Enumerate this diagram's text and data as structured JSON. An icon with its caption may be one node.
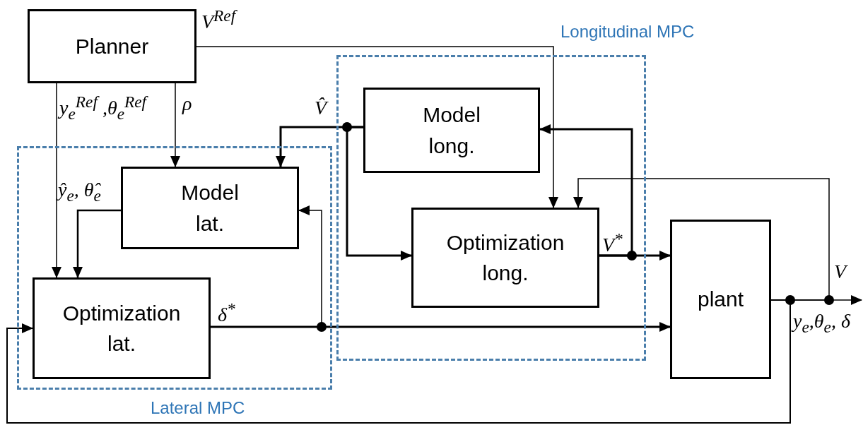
{
  "diagram": {
    "nodes": [
      {
        "text": [
          "Lateral MPC"
        ]
      },
      {
        "text": [
          "Longitudinal MPC"
        ]
      },
      {
        "text": [
          "Planner"
        ]
      },
      {
        "text": [
          "Model lat."
        ],
        "in": 0
      },
      {
        "text": [
          "Optimization lat."
        ],
        "in": 0
      },
      {
        "text": [
          "Model long."
        ],
        "in": 1
      },
      {
        "text": [
          "Optimization long."
        ],
        "in": 1
      },
      {
        "text": [
          "plant"
        ]
      }
    ],
    "edges": [
      {
        "from": 2,
        "to": 4,
        "arrow": "to",
        "label": "y$_{e}$$^{Ref}$ ,θ$_{e}$$^{Ref}$"
      },
      {
        "from": 2,
        "to": 3,
        "arrow": "to",
        "label": "ρ"
      },
      {
        "from": 2,
        "to": 6,
        "arrow": "to",
        "label": "V$^{Ref}$"
      },
      {
        "from": 5,
        "to": 3,
        "arrow": "to",
        "label": "V̂"
      },
      {
        "from": 5,
        "to": 6,
        "arrow": "to"
      },
      {
        "from": 3,
        "to": 4,
        "arrow": "to",
        "label": "ŷ$_{e}$, θ̂$_{e}$"
      },
      {
        "from": 4,
        "to": 7,
        "arrow": "to",
        "label": "δ$^{*}$"
      },
      {
        "from": 4,
        "to": 3,
        "arrow": "to"
      },
      {
        "from": 6,
        "to": 7,
        "arrow": "to",
        "label": "V$^{*}$"
      },
      {
        "from": 6,
        "to": 5,
        "arrow": "to"
      },
      {
        "from": 7,
        "to": null,
        "arrow": "to",
        "label": "V"
      },
      {
        "from": 7,
        "to": 6,
        "arrow": "to"
      },
      {
        "from": 7,
        "to": 4,
        "arrow": "to",
        "label": "y$_{e}$,θ$_{e}$, δ"
      }
    ]
  }
}
